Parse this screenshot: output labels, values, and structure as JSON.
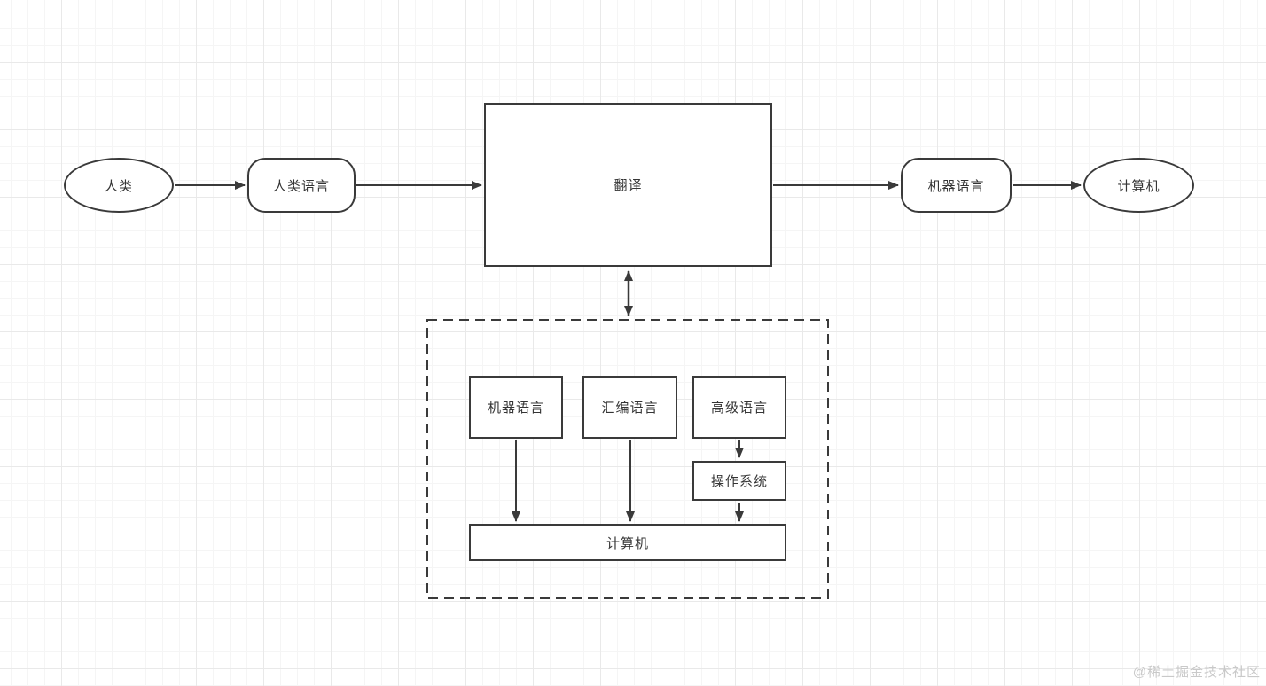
{
  "diagram": {
    "top_flow": {
      "human": "人类",
      "human_language": "人类语言",
      "translate": "翻译",
      "machine_language": "机器语言",
      "computer": "计算机"
    },
    "translation_container": {
      "machine_language": "机器语言",
      "assembly_language": "汇编语言",
      "high_level_language": "高级语言",
      "operating_system": "操作系统",
      "computer": "计算机"
    },
    "watermark": "@稀土掘金技术社区",
    "colors": {
      "stroke": "#3a3a3a",
      "text": "#353535",
      "background": "#ffffff",
      "grid_minor": "#f5f5f5",
      "grid_major": "#e9e9e9",
      "watermark": "#c9c9c9"
    }
  }
}
